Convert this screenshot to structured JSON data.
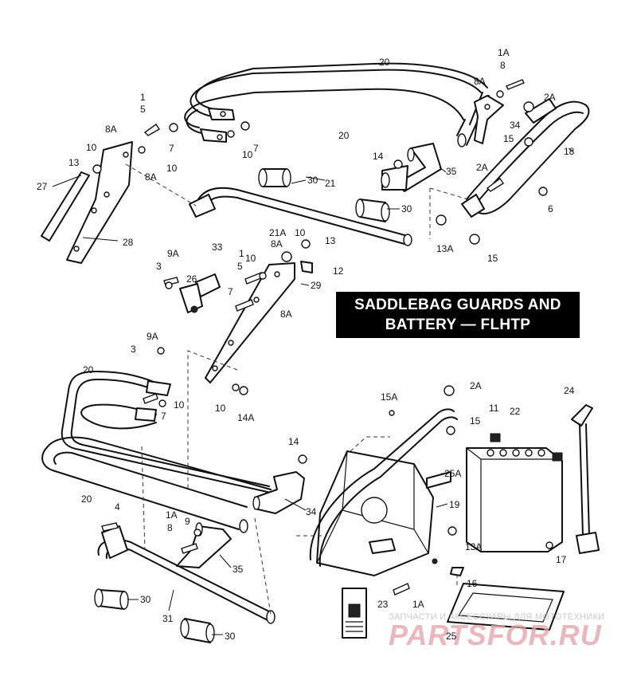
{
  "title": {
    "line1": "SADDLEBAG GUARDS AND",
    "line2": "BATTERY — FLHTP"
  },
  "watermark": {
    "top_text": "ЗАПЧАСТИ И АКСЕССУАРЫ ДЛЯ МОТОТЕХНИКИ",
    "logo_text": "PARTSFOR.RU",
    "logo_color": "#e4a0a6"
  },
  "callouts": [
    {
      "id": "c01",
      "text": "20"
    },
    {
      "id": "c02",
      "text": "1A"
    },
    {
      "id": "c03",
      "text": "8"
    },
    {
      "id": "c04",
      "text": "8A"
    },
    {
      "id": "c05",
      "text": "2A"
    },
    {
      "id": "c06",
      "text": "1"
    },
    {
      "id": "c07",
      "text": "5"
    },
    {
      "id": "c08",
      "text": "8A"
    },
    {
      "id": "c09",
      "text": "7"
    },
    {
      "id": "c10",
      "text": "7"
    },
    {
      "id": "c11",
      "text": "34"
    },
    {
      "id": "c12",
      "text": "15"
    },
    {
      "id": "c13",
      "text": "20"
    },
    {
      "id": "c14",
      "text": "18"
    },
    {
      "id": "c15",
      "text": "10"
    },
    {
      "id": "c16",
      "text": "10"
    },
    {
      "id": "c17",
      "text": "8A"
    },
    {
      "id": "c18",
      "text": "10"
    },
    {
      "id": "c19",
      "text": "13"
    },
    {
      "id": "c20",
      "text": "14"
    },
    {
      "id": "c21",
      "text": "35"
    },
    {
      "id": "c22",
      "text": "2A"
    },
    {
      "id": "c23",
      "text": "27"
    },
    {
      "id": "c24",
      "text": "30"
    },
    {
      "id": "c25",
      "text": "21"
    },
    {
      "id": "c26",
      "text": "6"
    },
    {
      "id": "c27",
      "text": "30"
    },
    {
      "id": "c28",
      "text": "21A"
    },
    {
      "id": "c29",
      "text": "10"
    },
    {
      "id": "c30",
      "text": "13"
    },
    {
      "id": "c31",
      "text": "28"
    },
    {
      "id": "c32",
      "text": "8A"
    },
    {
      "id": "c33",
      "text": "13A"
    },
    {
      "id": "c34",
      "text": "15"
    },
    {
      "id": "c35",
      "text": "9A"
    },
    {
      "id": "c36",
      "text": "33"
    },
    {
      "id": "c37",
      "text": "1"
    },
    {
      "id": "c38",
      "text": "10"
    },
    {
      "id": "c39",
      "text": "12"
    },
    {
      "id": "c40",
      "text": "3"
    },
    {
      "id": "c41",
      "text": "26"
    },
    {
      "id": "c42",
      "text": "5"
    },
    {
      "id": "c43",
      "text": "29"
    },
    {
      "id": "c44",
      "text": "7"
    },
    {
      "id": "c45",
      "text": "8A"
    },
    {
      "id": "c46",
      "text": "9A"
    },
    {
      "id": "c47",
      "text": "3"
    },
    {
      "id": "c48",
      "text": "20"
    },
    {
      "id": "c49",
      "text": "2A"
    },
    {
      "id": "c50",
      "text": "24"
    },
    {
      "id": "c51",
      "text": "10"
    },
    {
      "id": "c52",
      "text": "15A"
    },
    {
      "id": "c53",
      "text": "7"
    },
    {
      "id": "c54",
      "text": "10"
    },
    {
      "id": "c55",
      "text": "14A"
    },
    {
      "id": "c56",
      "text": "15"
    },
    {
      "id": "c57",
      "text": "11"
    },
    {
      "id": "c58",
      "text": "22"
    },
    {
      "id": "c59",
      "text": "14"
    },
    {
      "id": "c60",
      "text": "25A"
    },
    {
      "id": "c61",
      "text": "34"
    },
    {
      "id": "c62",
      "text": "20"
    },
    {
      "id": "c63",
      "text": "19"
    },
    {
      "id": "c64",
      "text": "4"
    },
    {
      "id": "c65",
      "text": "1A"
    },
    {
      "id": "c66",
      "text": "9"
    },
    {
      "id": "c67",
      "text": "8"
    },
    {
      "id": "c68",
      "text": "13A"
    },
    {
      "id": "c69",
      "text": "17"
    },
    {
      "id": "c70",
      "text": "35"
    },
    {
      "id": "c71",
      "text": "16"
    },
    {
      "id": "c72",
      "text": "30"
    },
    {
      "id": "c73",
      "text": "23"
    },
    {
      "id": "c74",
      "text": "1A"
    },
    {
      "id": "c75",
      "text": "31"
    },
    {
      "id": "c76",
      "text": "30"
    },
    {
      "id": "c77",
      "text": "25"
    }
  ]
}
